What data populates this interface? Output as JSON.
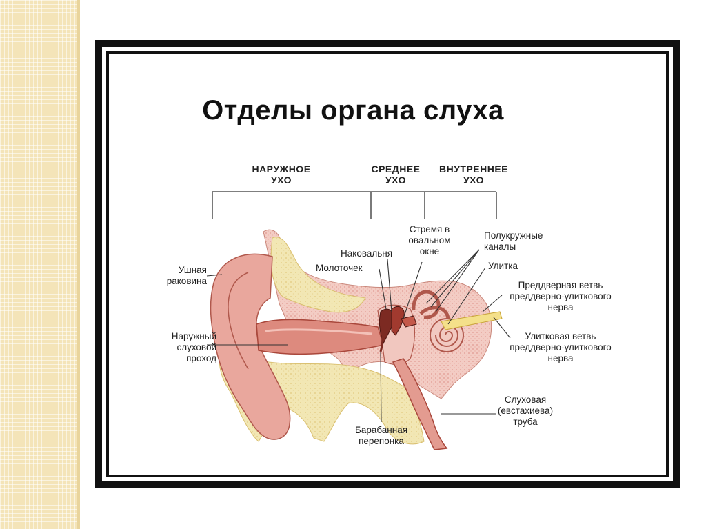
{
  "title": "Отделы органа слуха",
  "sections": {
    "outer": [
      "НАРУЖНОЕ",
      "УХО"
    ],
    "middle": [
      "СРЕДНЕЕ",
      "УХО"
    ],
    "inner": [
      "ВНУТРЕННЕЕ",
      "УХО"
    ]
  },
  "labels": {
    "auricle": [
      "Ушная",
      "раковина"
    ],
    "ear_canal": [
      "Наружный",
      "слуховой",
      "проход"
    ],
    "anvil": "Наковальня",
    "hammer": "Молоточек",
    "stirrup": [
      "Стремя в",
      "овальном",
      "окне"
    ],
    "semicircular_canals": [
      "Полукружные",
      "каналы"
    ],
    "cochlea": "Улитка",
    "vestibular_branch": [
      "Преддверная ветвь",
      "преддверно-улиткового",
      "нерва"
    ],
    "cochlear_branch": [
      "Улитковая ветвь",
      "преддверно-улиткового",
      "нерва"
    ],
    "eustachian_tube": [
      "Слуховая",
      "(евстахиева)",
      "труба"
    ],
    "eardrum": [
      "Барабанная",
      "перепонка"
    ]
  },
  "colors": {
    "frame": "#111111",
    "strip": "#f4e4b8",
    "flesh": "#e7a49a",
    "flesh_dark": "#b95c4f",
    "bone": "#f1e6b0",
    "bone_pink": "#f0c8c0",
    "nerve": "#f4e08a"
  }
}
